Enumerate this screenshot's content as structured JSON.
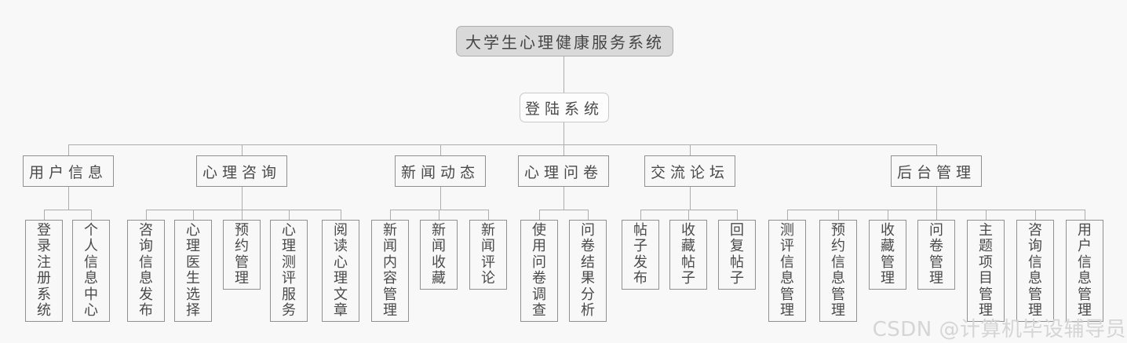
{
  "tree": {
    "root": {
      "label": "大学生心理健康服务系统"
    },
    "login": {
      "label": "登陆系统"
    },
    "branches": [
      {
        "label": "用户信息",
        "children": [
          "登录注册系统",
          "个人信息中心"
        ]
      },
      {
        "label": "心理咨询",
        "children": [
          "咨询信息发布",
          "心理医生选择",
          "预约管理",
          "心理测评服务",
          "阅读心理文章"
        ]
      },
      {
        "label": "新闻动态",
        "children": [
          "新闻内容管理",
          "新闻收藏",
          "新闻评论"
        ]
      },
      {
        "label": "心理问卷",
        "children": [
          "使用问卷调查",
          "问卷结果分析"
        ]
      },
      {
        "label": "交流论坛",
        "children": [
          "帖子发布",
          "收藏帖子",
          "回复帖子"
        ]
      },
      {
        "label": "后台管理",
        "children": [
          "测评信息管理",
          "预约信息管理",
          "收藏管理",
          "问卷管理",
          "主题项目管理",
          "咨询信息管理",
          "用户信息管理"
        ]
      }
    ]
  },
  "watermark": {
    "text": "CSDN @计算机毕设辅导员"
  },
  "colors": {
    "background": "#f8f8f8",
    "line": "#adadad",
    "box_border": "#909090",
    "text": "#4a4a4a",
    "root_fill": "#d9d9d9",
    "root_border": "#aeaeae",
    "watermark": "#d5d5d5"
  }
}
